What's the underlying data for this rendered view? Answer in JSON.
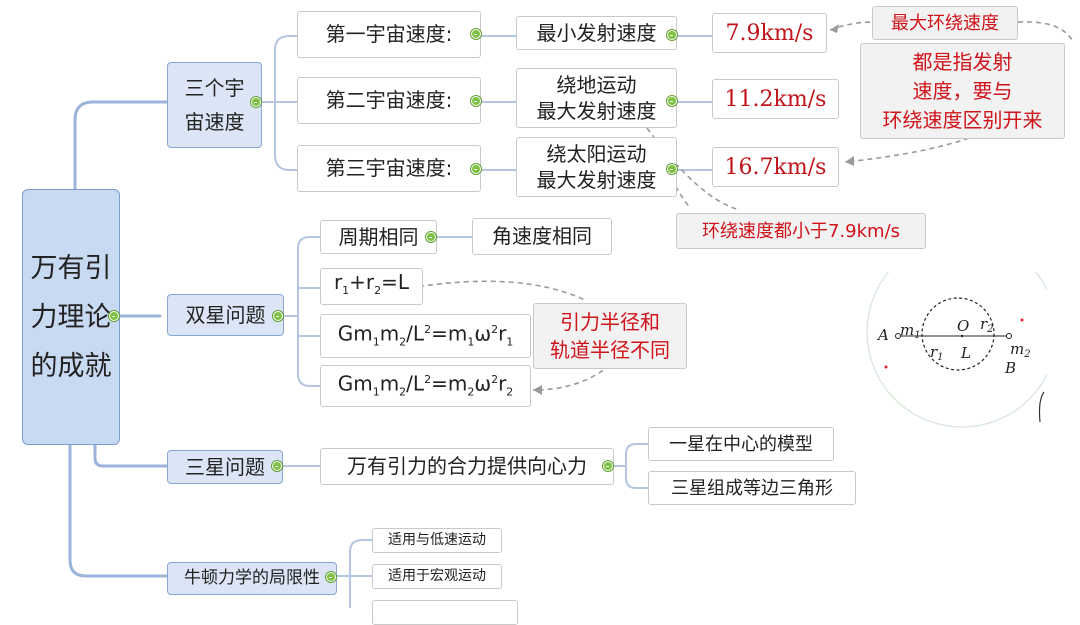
{
  "root": {
    "title": "万有引力理论的成就"
  },
  "branches": {
    "cosmic_speeds": {
      "label": "三个宇宙速度",
      "rows": [
        {
          "label": "第一宇宙速度:",
          "desc": "最小发射速度",
          "value": "7.9km/s"
        },
        {
          "label": "第二宇宙速度:",
          "desc": "绕地运动\n最大发射速度",
          "value": "11.2km/s"
        },
        {
          "label": "第三宇宙速度:",
          "desc": "绕太阳运动\n最大发射速度",
          "value": "16.7km/s"
        }
      ],
      "notes": {
        "max_orbit": "最大环绕速度",
        "distinguish": "都是指发射\n速度，要与\n环绕速度区别开来",
        "orbit_below": "环绕速度都小于7.9km/s"
      }
    },
    "binary": {
      "label": "双星问题",
      "period": "周期相同",
      "angular": "角速度相同",
      "f1": {
        "left": "r",
        "s1": "1",
        "mid": "+r",
        "s2": "2",
        "right": "=L"
      },
      "f2": {
        "a": "Gm",
        "s1": "1",
        "b": "m",
        "s2": "2",
        "c": "/L",
        "p1": "2",
        "d": "=m",
        "s3": "1",
        "e": "ω",
        "p2": "2",
        "f": "r",
        "s4": "1"
      },
      "f3": {
        "a": "Gm",
        "s1": "1",
        "b": "m",
        "s2": "2",
        "c": "/L",
        "p1": "2",
        "d": "=m",
        "s3": "2",
        "e": "ω",
        "p2": "2",
        "f": "r",
        "s4": "2"
      },
      "note": "引力半径和\n轨道半径不同",
      "figure": {
        "A": "A",
        "m1": "m",
        "m1_sub": "1",
        "O": "O",
        "r2": "r",
        "r2_sub": "2",
        "r1": "r",
        "r1_sub": "1",
        "L": "L",
        "m2": "m",
        "m2_sub": "2",
        "B": "B"
      }
    },
    "triple": {
      "label": "三星问题",
      "child": "万有引力的合力提供向心力",
      "models": [
        "一星在中心的模型",
        "三星组成等边三角形"
      ]
    },
    "newton": {
      "label": "牛顿力学的局限性",
      "items": [
        "适用与低速运动",
        "适用于宏观运动"
      ]
    }
  },
  "colors": {
    "connector": "#9bb3d8",
    "note_text": "#d0121a",
    "value_text": "#c0141b",
    "collapse": "#7dc242"
  }
}
